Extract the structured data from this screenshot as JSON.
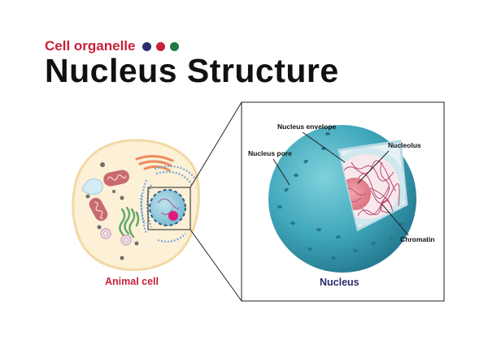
{
  "header": {
    "subtitle": "Cell organelle",
    "title": "Nucleus Structure",
    "dot_colors": [
      "#2b2d6e",
      "#c8213a",
      "#1f7a45"
    ]
  },
  "left_panel": {
    "caption": "Animal cell"
  },
  "right_panel": {
    "caption": "Nucleus",
    "labels": {
      "envelope": "Nucleus envelope",
      "nucleolus": "Nucleolus",
      "pore": "Nucleus pore",
      "chromatin": "Chromatin"
    }
  },
  "colors": {
    "accent_red": "#c8213a",
    "navy": "#2b2d6e",
    "nucleus_teal": "#3fa0b4",
    "cell_fill": "#fcf0d6",
    "nucleolus_pink": "#e0818a"
  }
}
